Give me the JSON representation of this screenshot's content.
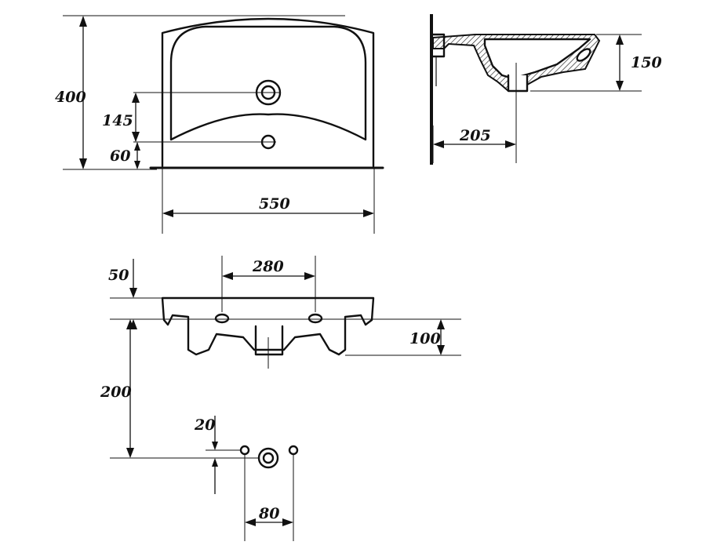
{
  "front_view": {
    "dims": {
      "height": "400",
      "tap_to_drain": "145",
      "drain_offset": "60",
      "width": "550"
    }
  },
  "side_view": {
    "dims": {
      "depth": "150",
      "projection": "205"
    }
  },
  "rear_view": {
    "dims": {
      "top_offset": "50",
      "fixing_spacing": "280",
      "bracket_height": "100",
      "mount_height": "200",
      "hole_offset": "20",
      "hole_spacing": "80"
    }
  }
}
